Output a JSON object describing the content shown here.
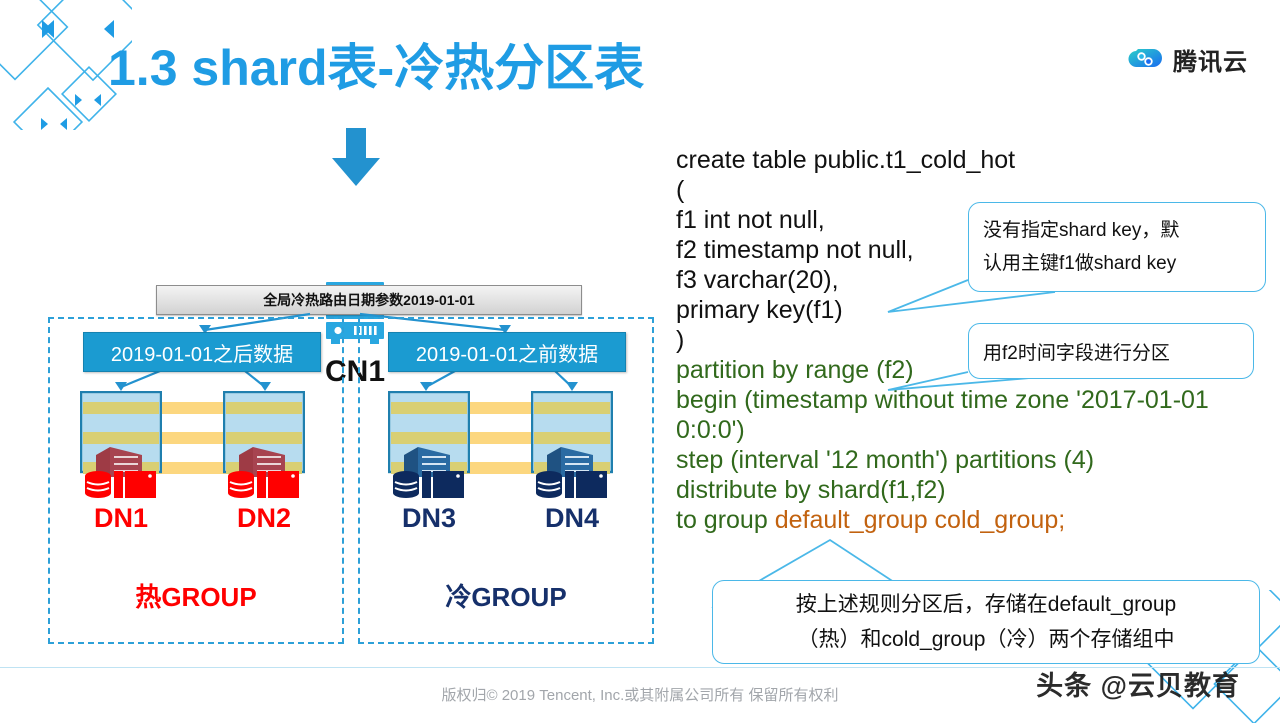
{
  "slide": {
    "title": "1.3 shard表-冷热分区表",
    "brand": {
      "name": "腾讯云",
      "logo_icon": "tencent-cloud-logo-icon",
      "color": "#1f9ce4"
    },
    "accent_color": "#1f9ce4"
  },
  "diagram": {
    "arrow_icon": "down-arrow-icon",
    "cn": {
      "icon": "server-rack-icon",
      "label": "CN1"
    },
    "banner": {
      "text": "全局冷热路由日期参数2019-01-01"
    },
    "groups": [
      {
        "id": "hot",
        "chip": "2019-01-01之后数据",
        "caption": "热GROUP",
        "color": "#ff0000",
        "nodes": [
          {
            "name": "DN1",
            "icon": "database-server-icon"
          },
          {
            "name": "DN2",
            "icon": "database-server-icon"
          }
        ]
      },
      {
        "id": "cold",
        "chip": "2019-01-01之前数据",
        "caption": "冷GROUP",
        "color": "#16306b",
        "nodes": [
          {
            "name": "DN3",
            "icon": "database-server-icon"
          },
          {
            "name": "DN4",
            "icon": "database-server-icon"
          }
        ]
      }
    ]
  },
  "code": {
    "plain_color": "#111111",
    "keyword_color": "#31691c",
    "identifier_color": "#c2620f",
    "lines": [
      {
        "segments": [
          {
            "t": "create table public.t1_cold_hot",
            "c": "plain"
          }
        ]
      },
      {
        "segments": [
          {
            "t": "(",
            "c": "plain"
          }
        ]
      },
      {
        "segments": [
          {
            "t": "f1 int not null,",
            "c": "plain"
          }
        ]
      },
      {
        "segments": [
          {
            "t": "f2 timestamp not null,",
            "c": "plain"
          }
        ]
      },
      {
        "segments": [
          {
            "t": "f3 varchar(20),",
            "c": "plain"
          }
        ]
      },
      {
        "segments": [
          {
            "t": "primary key(f1)",
            "c": "plain"
          }
        ]
      },
      {
        "segments": [
          {
            "t": ")",
            "c": "plain"
          }
        ]
      },
      {
        "segments": [
          {
            "t": "partition by range (f2)",
            "c": "kw"
          }
        ]
      },
      {
        "segments": [
          {
            "t": "begin (timestamp without time zone '2017-01-01",
            "c": "kw"
          }
        ]
      },
      {
        "segments": [
          {
            "t": "0:0:0')",
            "c": "kw"
          }
        ]
      },
      {
        "segments": [
          {
            "t": "step (interval '12 month') partitions (4)",
            "c": "kw"
          }
        ]
      },
      {
        "segments": [
          {
            "t": "distribute by shard(f1,f2)",
            "c": "kw"
          }
        ]
      },
      {
        "segments": [
          {
            "t": "to group ",
            "c": "kw"
          },
          {
            "t": "default_group cold_group;",
            "c": "ident"
          }
        ]
      }
    ]
  },
  "callouts": [
    {
      "id": "shard-key-note",
      "lines": [
        "没有指定shard key，默",
        "认用主键f1做shard key"
      ]
    },
    {
      "id": "partition-note",
      "lines": [
        "用f2时间字段进行分区"
      ]
    },
    {
      "id": "storage-group-note",
      "lines": [
        "按上述规则分区后，存储在default_group",
        "（热）和cold_group（冷）两个存储组中"
      ]
    }
  ],
  "footer": {
    "copyright": "版权归© 2019 Tencent, Inc.或其附属公司所有 保留所有权利",
    "watermark": "头条 @云贝教育"
  }
}
